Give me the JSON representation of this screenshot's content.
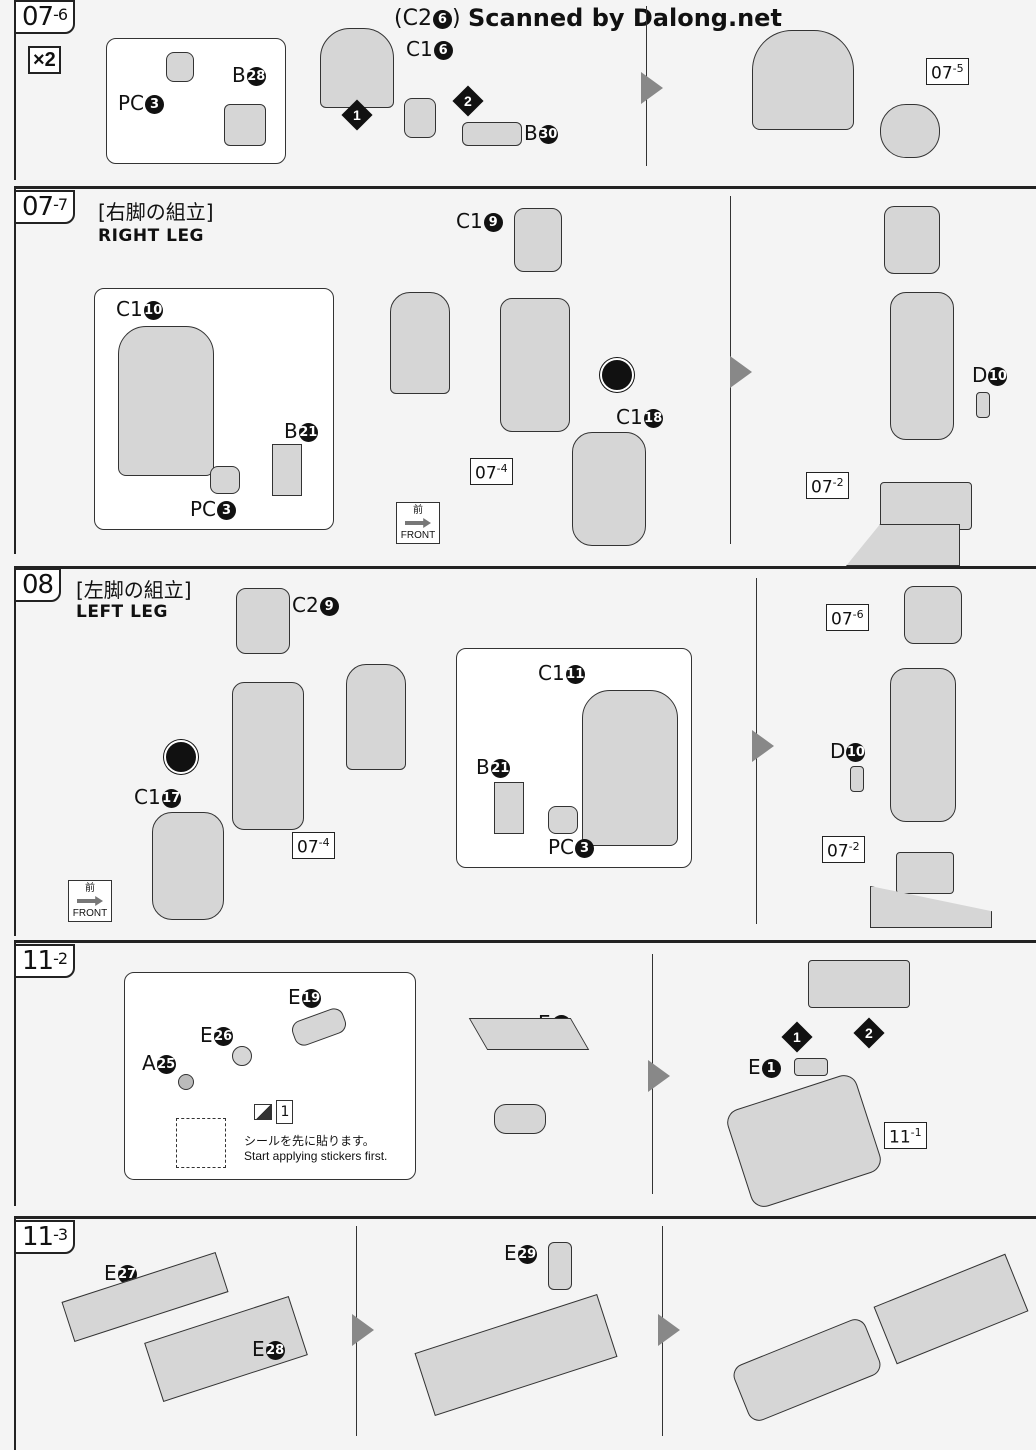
{
  "watermark": "Scanned by Dalong.net",
  "header_ref": "(C2",
  "header_ref_num": "6",
  "header_ref_close": ")",
  "sections": {
    "s0706": {
      "step": "07",
      "sub": "-6",
      "multiplier": "×2",
      "labels": {
        "b28": "B",
        "b28n": "28",
        "pc3": "PC",
        "pc3n": "3",
        "c16": "C1",
        "c16n": "6",
        "b30": "B",
        "b30n": "30"
      },
      "order": [
        "1",
        "2"
      ],
      "ref": "07",
      "ref_sub": "-5"
    },
    "s0707": {
      "step": "07",
      "sub": "-7",
      "title_jp": "[右脚の組立]",
      "title_en": "RIGHT LEG",
      "labels": {
        "c19": "C1",
        "c19n": "9",
        "c110": "C1",
        "c110n": "10",
        "b21": "B",
        "b21n": "21",
        "pc3": "PC",
        "pc3n": "3",
        "c118": "C1",
        "c118n": "18",
        "d10": "D",
        "d10n": "10"
      },
      "ref_a": "07",
      "ref_a_sub": "-4",
      "ref_b": "07",
      "ref_b_sub": "-2",
      "front_jp": "前",
      "front_en": "FRONT"
    },
    "s08": {
      "step": "08",
      "title_jp": "[左脚の組立]",
      "title_en": "LEFT LEG",
      "labels": {
        "c29": "C2",
        "c29n": "9",
        "c111": "C1",
        "c111n": "11",
        "b21": "B",
        "b21n": "21",
        "pc3": "PC",
        "pc3n": "3",
        "c117": "C1",
        "c117n": "17",
        "d10": "D",
        "d10n": "10"
      },
      "ref_a": "07",
      "ref_a_sub": "-4",
      "ref_b": "07",
      "ref_b_sub": "-6",
      "ref_c": "07",
      "ref_c_sub": "-2",
      "front_jp": "前",
      "front_en": "FRONT"
    },
    "s1102": {
      "step": "11",
      "sub": "-2",
      "labels": {
        "e19": "E",
        "e19n": "19",
        "e26": "E",
        "e26n": "26",
        "a25": "A",
        "a25n": "25",
        "e4": "E",
        "e4n": "4",
        "e1": "E",
        "e1n": "1"
      },
      "sticker_num": "1",
      "note_jp": "シールを先に貼ります。",
      "note_en": "Start applying stickers first.",
      "order": [
        "1",
        "2"
      ],
      "ref": "11",
      "ref_sub": "-1"
    },
    "s1103": {
      "step": "11",
      "sub": "-3",
      "labels": {
        "e27": "E",
        "e27n": "27",
        "e28": "E",
        "e28n": "28",
        "e29": "E",
        "e29n": "29"
      }
    }
  }
}
